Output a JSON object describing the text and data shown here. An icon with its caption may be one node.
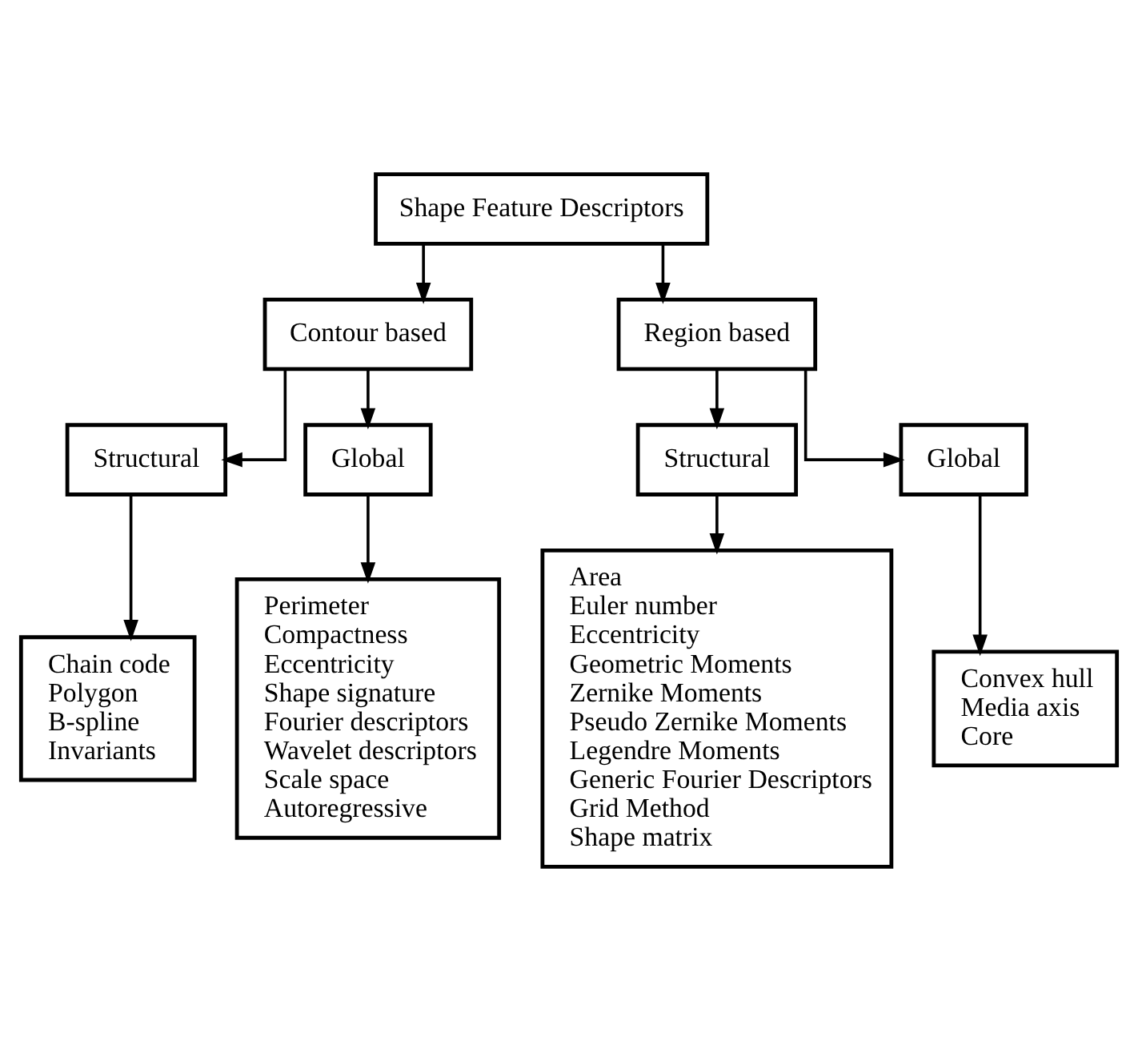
{
  "diagram": {
    "nodes": [
      {
        "text": [
          "Shape Feature Descriptors"
        ]
      },
      {
        "text": [
          "Contour based"
        ]
      },
      {
        "text": [
          "Region based"
        ]
      },
      {
        "text": [
          "Structural"
        ]
      },
      {
        "text": [
          "Global"
        ]
      },
      {
        "text": [
          "Structural"
        ]
      },
      {
        "text": [
          "Global"
        ]
      },
      {
        "text": [
          "Chain code",
          "Polygon",
          "B-spline",
          "Invariants"
        ]
      },
      {
        "text": [
          "Perimeter",
          "Compactness",
          "Eccentricity",
          "Shape signature",
          "Fourier descriptors",
          "Wavelet descriptors",
          "Scale space",
          "Autoregressive"
        ]
      },
      {
        "text": [
          "Area",
          "Euler number",
          "Eccentricity",
          "Geometric Moments",
          "Zernike Moments",
          "Pseudo Zernike Moments",
          "Legendre Moments",
          "Generic Fourier Descriptors",
          "Grid Method",
          "Shape matrix"
        ]
      },
      {
        "text": [
          "Convex hull",
          "Media axis",
          "Core"
        ]
      }
    ],
    "edges": [
      {
        "from": 0,
        "to": 1,
        "arrow": "to"
      },
      {
        "from": 0,
        "to": 2,
        "arrow": "to"
      },
      {
        "from": 1,
        "to": 3,
        "arrow": "to"
      },
      {
        "from": 1,
        "to": 4,
        "arrow": "to"
      },
      {
        "from": 2,
        "to": 5,
        "arrow": "to"
      },
      {
        "from": 2,
        "to": 6,
        "arrow": "to"
      },
      {
        "from": 3,
        "to": 7,
        "arrow": "to"
      },
      {
        "from": 4,
        "to": 8,
        "arrow": "to"
      },
      {
        "from": 5,
        "to": 9,
        "arrow": "to"
      },
      {
        "from": 6,
        "to": 10,
        "arrow": "to"
      }
    ]
  }
}
